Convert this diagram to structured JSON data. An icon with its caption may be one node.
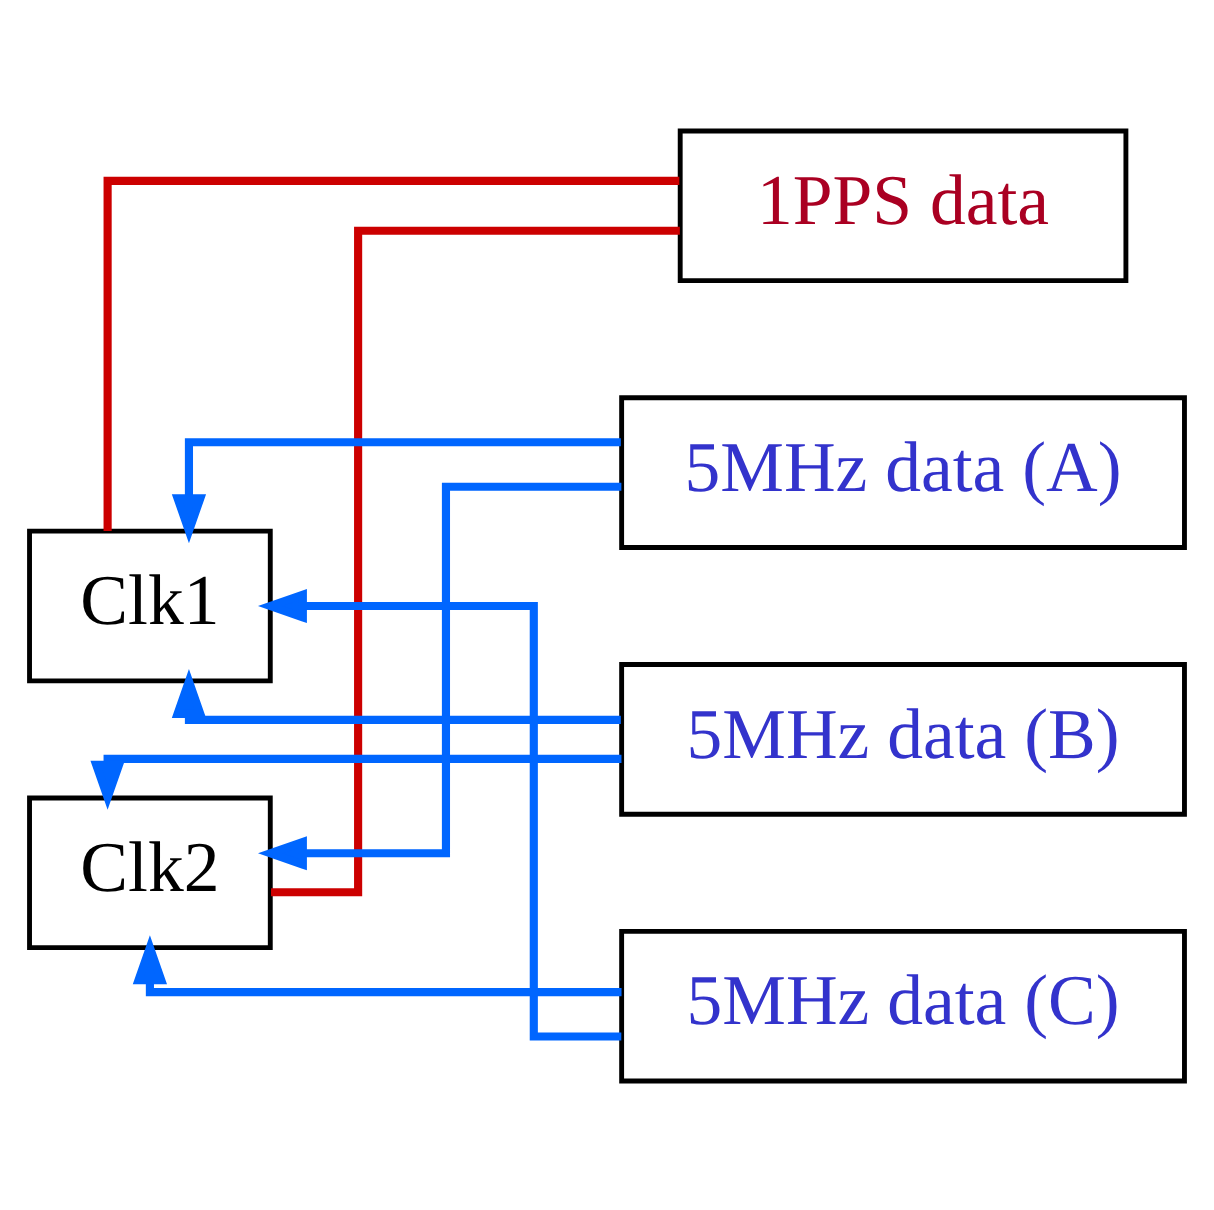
{
  "diagram": {
    "nodes": [
      {
        "text": [
          "Clk1"
        ]
      },
      {
        "text": [
          "Clk2"
        ]
      },
      {
        "text": [
          "5MHz data (A)"
        ]
      },
      {
        "text": [
          "5MHz data (B)"
        ]
      },
      {
        "text": [
          "5MHz data (C)"
        ]
      },
      {
        "text": [
          "1PPS data"
        ]
      }
    ],
    "edges": [
      {
        "from": 2,
        "to": 0,
        "arrow": "to"
      },
      {
        "from": 3,
        "to": 0,
        "arrow": "to"
      },
      {
        "from": 4,
        "to": 0,
        "arrow": "to"
      },
      {
        "from": 2,
        "to": 1,
        "arrow": "to"
      },
      {
        "from": 3,
        "to": 1,
        "arrow": "to"
      },
      {
        "from": 4,
        "to": 1,
        "arrow": "to"
      },
      {
        "from": 0,
        "to": 5,
        "arrow": "none",
        "color": "#cc0000"
      },
      {
        "from": 1,
        "to": 5,
        "arrow": "none",
        "color": "#cc0000"
      }
    ]
  }
}
